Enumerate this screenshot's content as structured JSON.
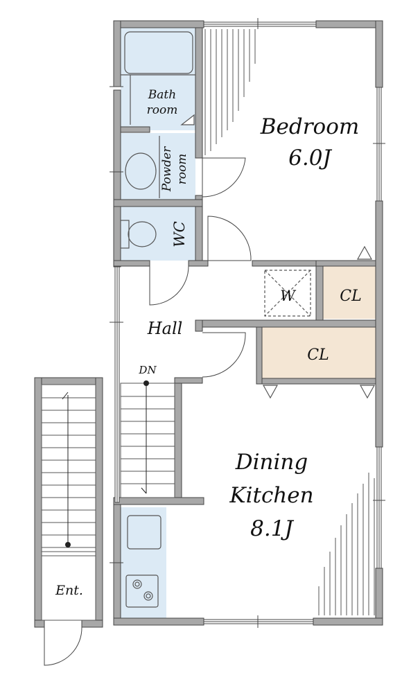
{
  "rooms": {
    "bedroom": {
      "name": "Bedroom",
      "size": "6.0J"
    },
    "bath": {
      "line1": "Bath",
      "line2": "room"
    },
    "powder": {
      "line1": "Powder",
      "line2": "room"
    },
    "wc": "WC",
    "hall": "Hall",
    "dn": "DN",
    "washer": "W",
    "closet_small": "CL",
    "closet_large": "CL",
    "dining": {
      "line1": "Dining",
      "line2": "Kitchen",
      "size": "8.1J"
    },
    "entrance": "Ent."
  },
  "colors": {
    "wall": "#a8a8a8",
    "wet_area": "#dceaf5",
    "closet": "#f4e6d4",
    "fixture_line": "#555555"
  }
}
